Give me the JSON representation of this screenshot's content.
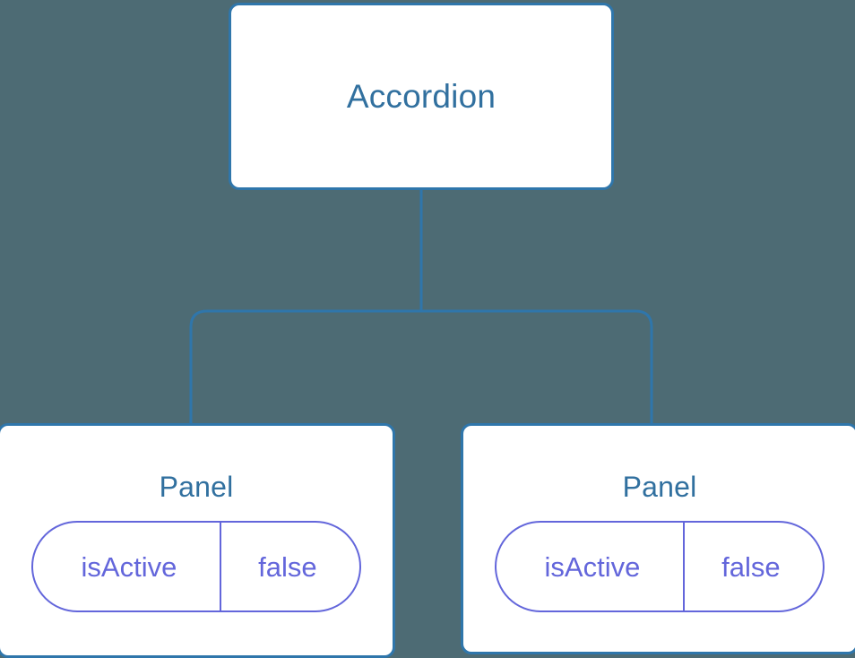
{
  "diagram": {
    "type": "component-tree",
    "background_color": "#4d6b74",
    "node_border_color": "#2f76ab",
    "node_title_color": "#31709f",
    "prop_accent_color": "#6366db",
    "connector_color": "#2f76ab"
  },
  "root": {
    "title": "Accordion"
  },
  "children": [
    {
      "title": "Panel",
      "prop": {
        "key": "isActive",
        "value": "false"
      }
    },
    {
      "title": "Panel",
      "prop": {
        "key": "isActive",
        "value": "false"
      }
    }
  ]
}
